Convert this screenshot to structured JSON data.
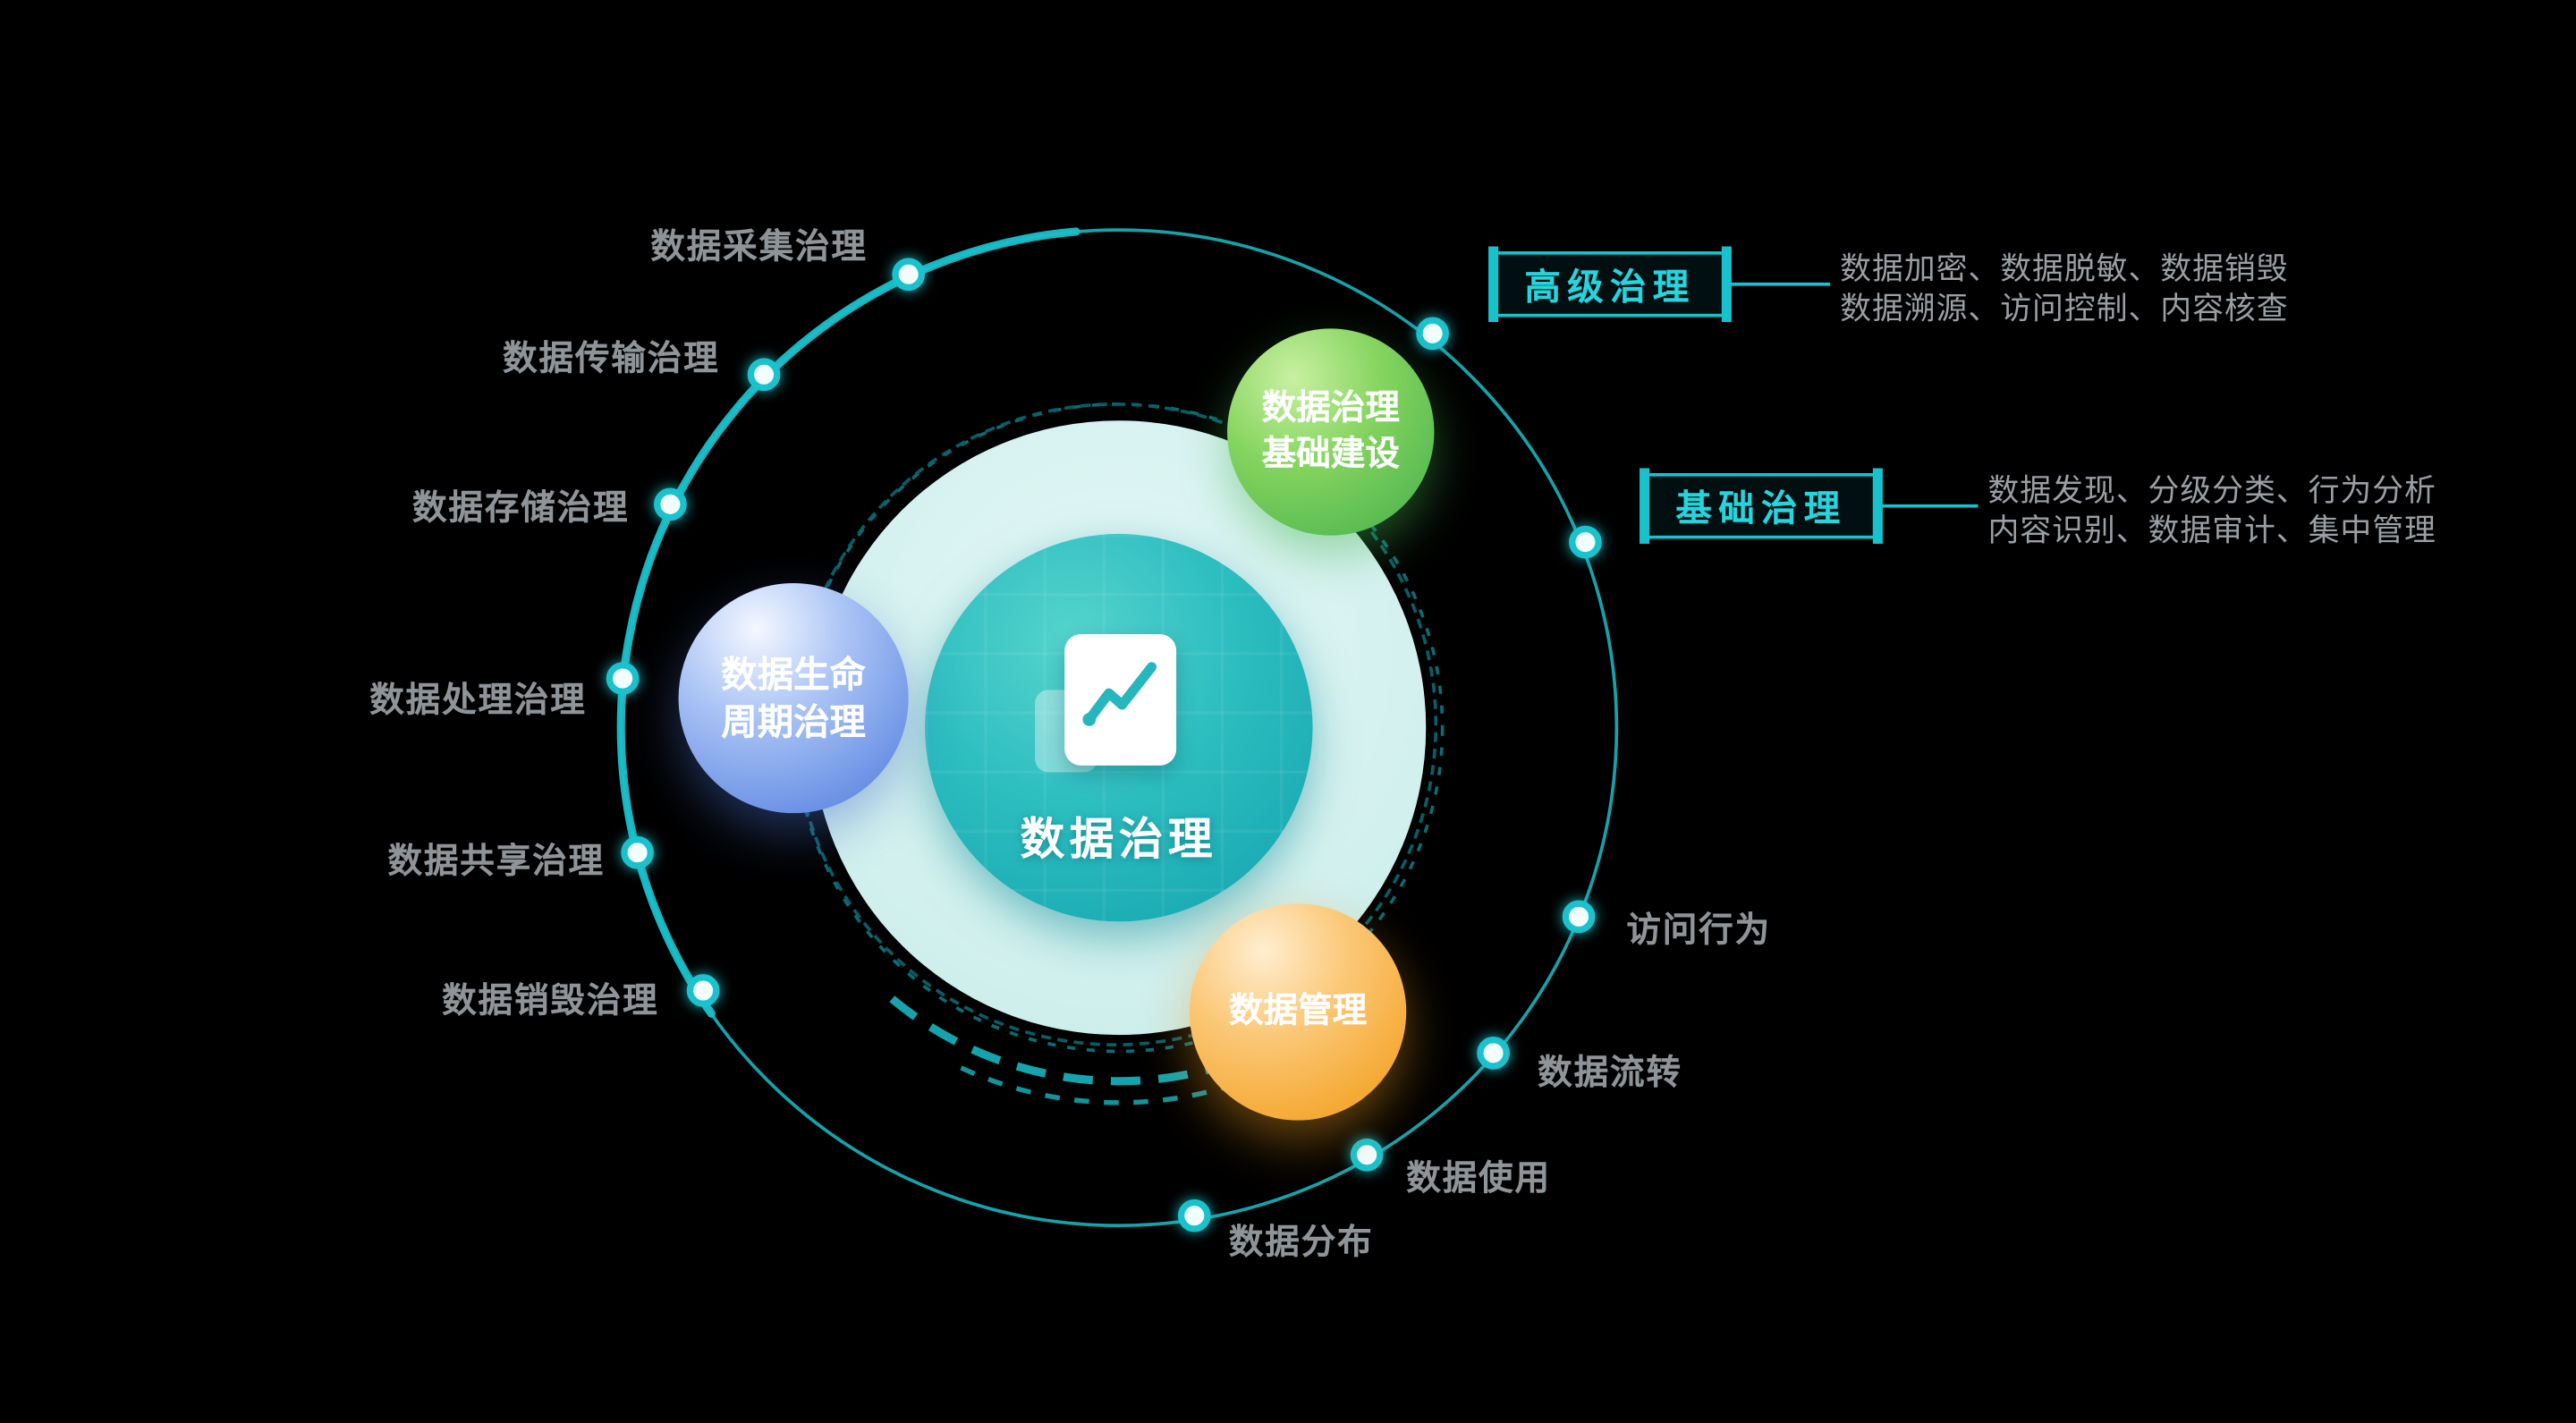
{
  "background_color": "#000000",
  "accent_color": "#17c2cd",
  "center": {
    "icon": "document-chart-icon",
    "label": "数据治理"
  },
  "bubbles": {
    "green": {
      "lines": [
        "数据治理",
        "基础建设"
      ]
    },
    "blue": {
      "lines": [
        "数据生命",
        "周期治理"
      ]
    },
    "orange": {
      "lines": [
        "数据管理"
      ]
    }
  },
  "ring_labels": {
    "left": [
      "数据采集治理",
      "数据传输治理",
      "数据存储治理",
      "数据处理治理",
      "数据共享治理",
      "数据销毁治理"
    ],
    "right": [
      "访问行为",
      "数据流转",
      "数据使用",
      "数据分布"
    ]
  },
  "callouts": {
    "advanced": {
      "title": "高级治理",
      "lines": [
        "数据加密、数据脱敏、数据销毁",
        "数据溯源、访问控制、内容核查"
      ]
    },
    "basic": {
      "title": "基础治理",
      "lines": [
        "数据发现、分级分类、行为分析",
        "内容识别、数据审计、集中管理"
      ]
    }
  }
}
